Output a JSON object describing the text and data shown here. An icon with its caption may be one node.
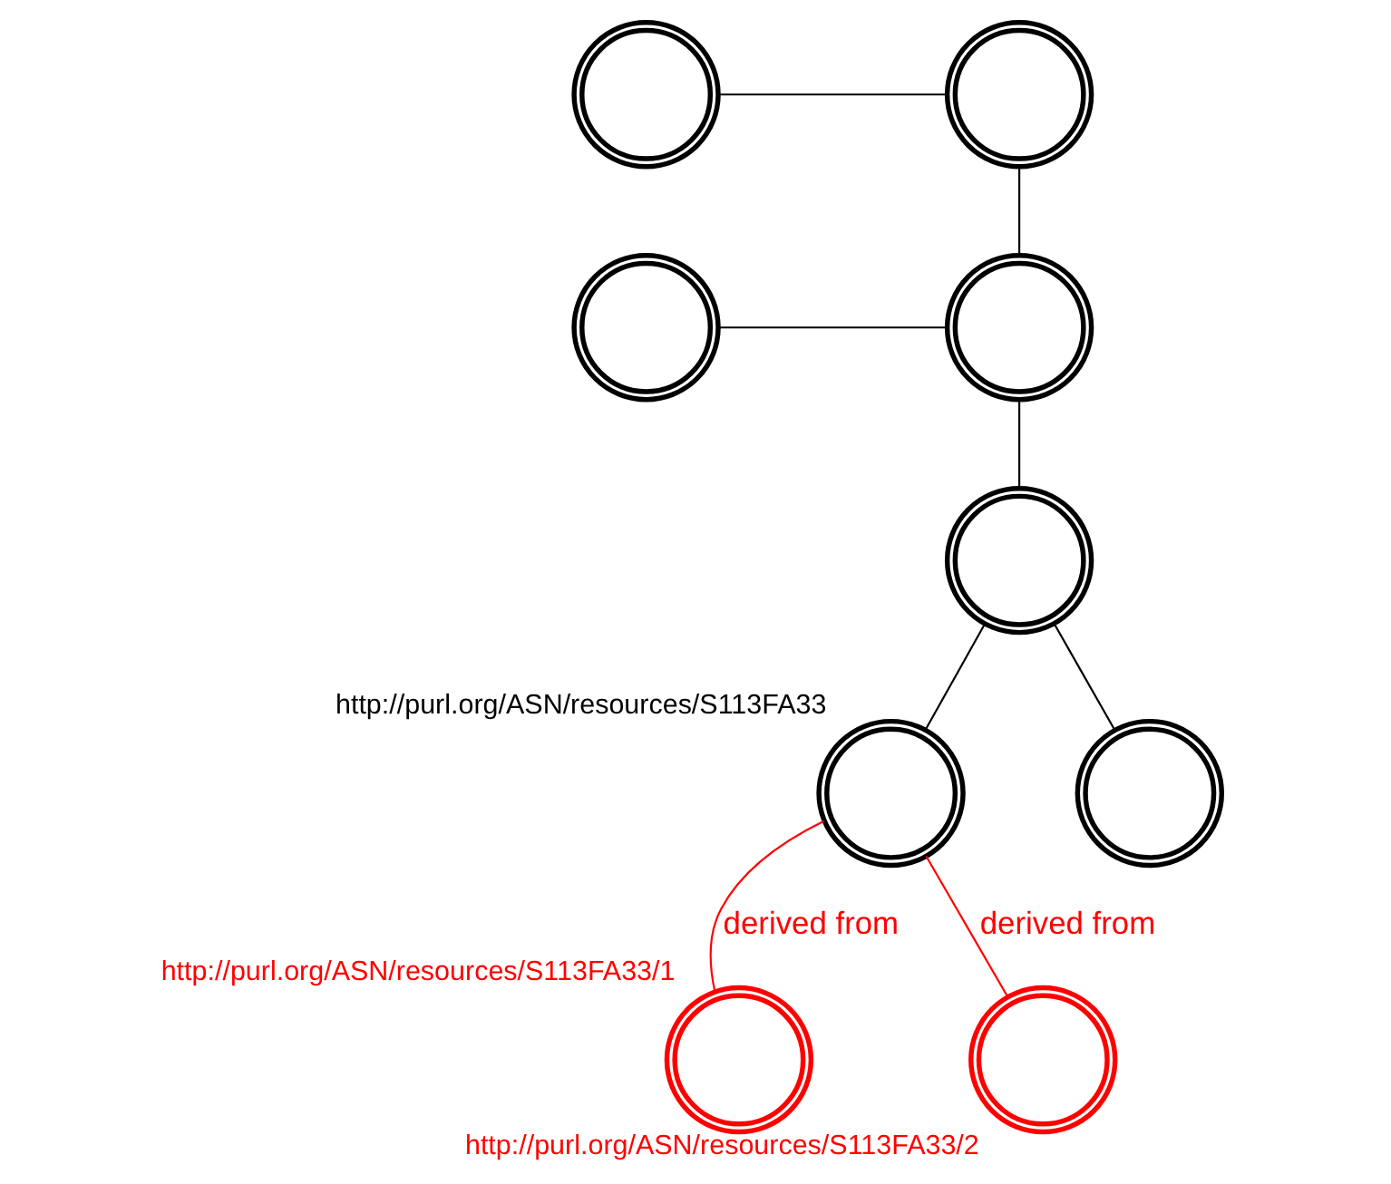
{
  "diagram": {
    "nodes": [
      {
        "text": [],
        "shape": "circle"
      },
      {
        "text": [],
        "shape": "circle"
      },
      {
        "text": [],
        "shape": "circle"
      },
      {
        "text": [],
        "shape": "circle"
      },
      {
        "text": [],
        "shape": "circle"
      },
      {
        "text": [],
        "shape": "circle",
        "beside": [
          "http://purl.org/ASN/resources/S113FA33"
        ]
      },
      {
        "text": [],
        "shape": "circle"
      },
      {
        "text": [],
        "shape": "circle",
        "beside": [
          "http://purl.org/ASN/resources/S113FA33/1"
        ]
      },
      {
        "text": [],
        "shape": "circle",
        "beside": [
          "http://purl.org/ASN/resources/S113FA33/2"
        ]
      }
    ],
    "edges": [
      {
        "from": 0,
        "to": 1,
        "arrow": "none"
      },
      {
        "from": 1,
        "to": 3,
        "arrow": "none"
      },
      {
        "from": 2,
        "to": 3,
        "arrow": "none"
      },
      {
        "from": 3,
        "to": 4,
        "arrow": "none"
      },
      {
        "from": 4,
        "to": 5,
        "arrow": "none"
      },
      {
        "from": 4,
        "to": 6,
        "arrow": "none"
      },
      {
        "from": 5,
        "to": 7,
        "arrow": "none",
        "label": "derived from",
        "color": "#ff0000"
      },
      {
        "from": 5,
        "to": 8,
        "arrow": "none",
        "label": "derived from",
        "color": "#ff0000"
      }
    ]
  }
}
